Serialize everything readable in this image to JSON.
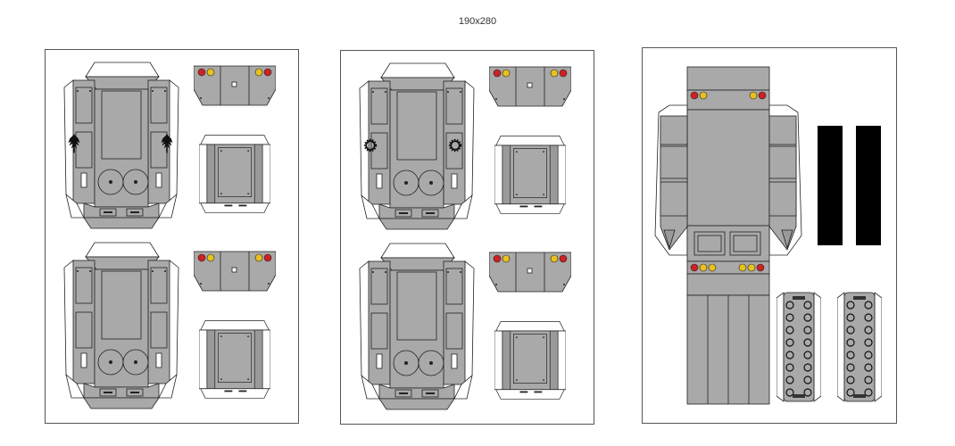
{
  "header": {
    "title": "190x280"
  },
  "colors": {
    "panel_gray": "#a9a9a9",
    "panel_dark": "#9a9a9a",
    "outline": "#222222",
    "red_light": "#cc2222",
    "yellow_light": "#e8c020",
    "black_strip": "#000000"
  },
  "sheets": [
    {
      "id": "sheet-1",
      "emblem": "winged-emblem-icon"
    },
    {
      "id": "sheet-2",
      "emblem": "cog-emblem-icon"
    },
    {
      "id": "sheet-3",
      "emblem": "none"
    }
  ]
}
